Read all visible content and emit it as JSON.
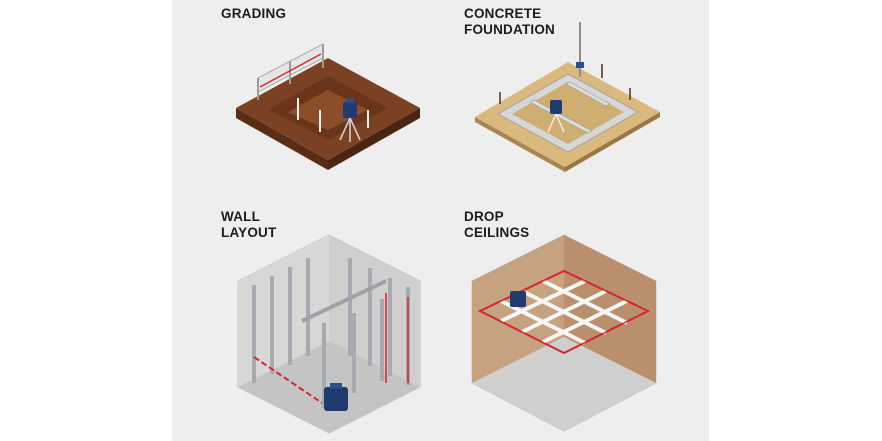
{
  "tiles": [
    {
      "id": "grading",
      "lines": [
        "GRADING"
      ]
    },
    {
      "id": "concrete-foundation",
      "lines": [
        "CONCRETE",
        "FOUNDATION"
      ]
    },
    {
      "id": "wall-layout",
      "lines": [
        "WALL",
        "LAYOUT"
      ]
    },
    {
      "id": "drop-ceilings",
      "lines": [
        "DROP",
        "CEILINGS"
      ]
    }
  ],
  "colors": {
    "panel_background": "#eeeeee",
    "laser_line": "#d7262e",
    "laser_device": "#1f3b70",
    "soil": "#7a4122",
    "sand": "#d9b97e",
    "concrete": "#c9c9c9",
    "metal_stud": "#b9bcc0",
    "drywall_tan": "#c7a27f"
  }
}
